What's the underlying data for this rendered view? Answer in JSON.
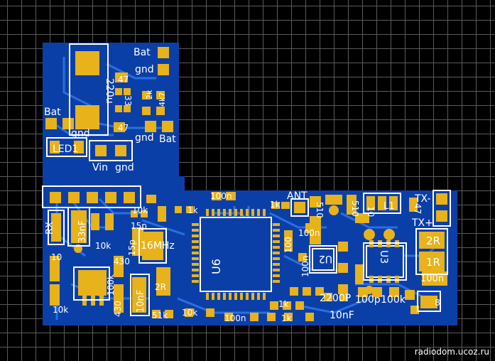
{
  "colors": {
    "background": "#000000",
    "grid": "#5a5a5a",
    "board": "#0b3fa8",
    "trace": "#2a6fe0",
    "pad": "#e8b21a",
    "silkscreen": "#ffffff"
  },
  "watermark": "radiodom.ucoz.ru",
  "labels": {
    "bat_top": "Bat",
    "gnd_top": "gnd",
    "cap_220u": "220u",
    "bat_left": "Bat",
    "gnd_left": "gnd",
    "gnd_mid": "gnd",
    "bat_mid": "Bat",
    "led1": "LED1",
    "vin": "Vin",
    "gnd_vin": "gnd",
    "r47": "47",
    "c33": "33",
    "r2k": "2k",
    "r4k7": "4k7",
    "r47b": "47",
    "ant": "ANT",
    "tx_minus": "TX-",
    "tx_plus": "TX+",
    "r2r": "2R",
    "r1r": "1R",
    "c100n_right": "100n",
    "u6": "U6",
    "u2": "U2",
    "u3": "U3",
    "xtal_16mhz": "16MHz",
    "c100n_top": "100n",
    "r1k_top": "1k",
    "c2200p": "2200P",
    "c100p": "100p",
    "r100k": "100k",
    "c10nf": "10nF",
    "c10nf_b": "10nF",
    "c33nf": "33nF",
    "rx": "RX",
    "r10k_a": "10k",
    "r10k_b": "10k",
    "r10k_c": "10k",
    "r10k_d": "10k",
    "r1k_a": "1k",
    "r1k_b": "1k",
    "r1k_c": "1k",
    "r51k": "51k",
    "r430": "430",
    "r2r_b": "2R",
    "c100n_a": "100n",
    "c100n_b": "100n",
    "c100n_c": "100n",
    "c510a": "510",
    "c510b": "510",
    "c10": "10",
    "l1": "L1",
    "c47": "47",
    "c100n_d": "100",
    "c15p": "15p",
    "c15p_b": "15p",
    "r10": "10",
    "r100k_b": "100k",
    "r430b": "430",
    "r8": "8"
  }
}
